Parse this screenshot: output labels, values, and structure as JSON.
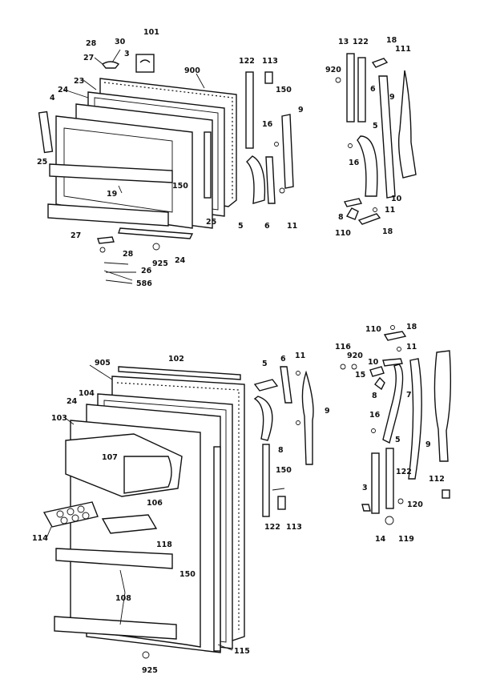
{
  "upper_door_labels": {
    "l28": "28",
    "l30": "30",
    "l101": "101",
    "l27a": "27",
    "l3": "3",
    "l900": "900",
    "l122": "122",
    "l113": "113",
    "l150": "150",
    "l23": "23",
    "l24": "24",
    "l4": "4",
    "l9": "9",
    "l16": "16",
    "l25a": "25",
    "l19": "19",
    "l150b": "150",
    "l25b": "25",
    "l5": "5",
    "l6": "6",
    "l11": "11",
    "l27b": "27",
    "l28b": "28",
    "l925": "925",
    "l24b": "24",
    "l26": "26",
    "l586": "586"
  },
  "upper_right_labels": {
    "l13": "13",
    "l122": "122",
    "l18": "18",
    "l111": "111",
    "l920": "920",
    "l6": "6",
    "l9": "9",
    "l5": "5",
    "l16": "16",
    "l10": "10",
    "l11": "11",
    "l8": "8",
    "l110": "110",
    "l18b": "18"
  },
  "lower_door_labels": {
    "l905": "905",
    "l102": "102",
    "l104": "104",
    "l24": "24",
    "l103": "103",
    "l107": "107",
    "l106": "106",
    "l114": "114",
    "l118": "118",
    "l150": "150",
    "l108": "108",
    "l925": "925",
    "l115": "115",
    "l5": "5",
    "l6": "6",
    "l11": "11",
    "l9": "9",
    "l8": "8",
    "l150b": "150",
    "l122": "122",
    "l113": "113"
  },
  "lower_right_labels": {
    "l110": "110",
    "l18": "18",
    "l116": "116",
    "l920": "920",
    "l11": "11",
    "l10": "10",
    "l15": "15",
    "l8": "8",
    "l7": "7",
    "l16": "16",
    "l5": "5",
    "l9": "9",
    "l122": "122",
    "l3": "3",
    "l120": "120",
    "l112": "112",
    "l14": "14",
    "l119": "119"
  }
}
